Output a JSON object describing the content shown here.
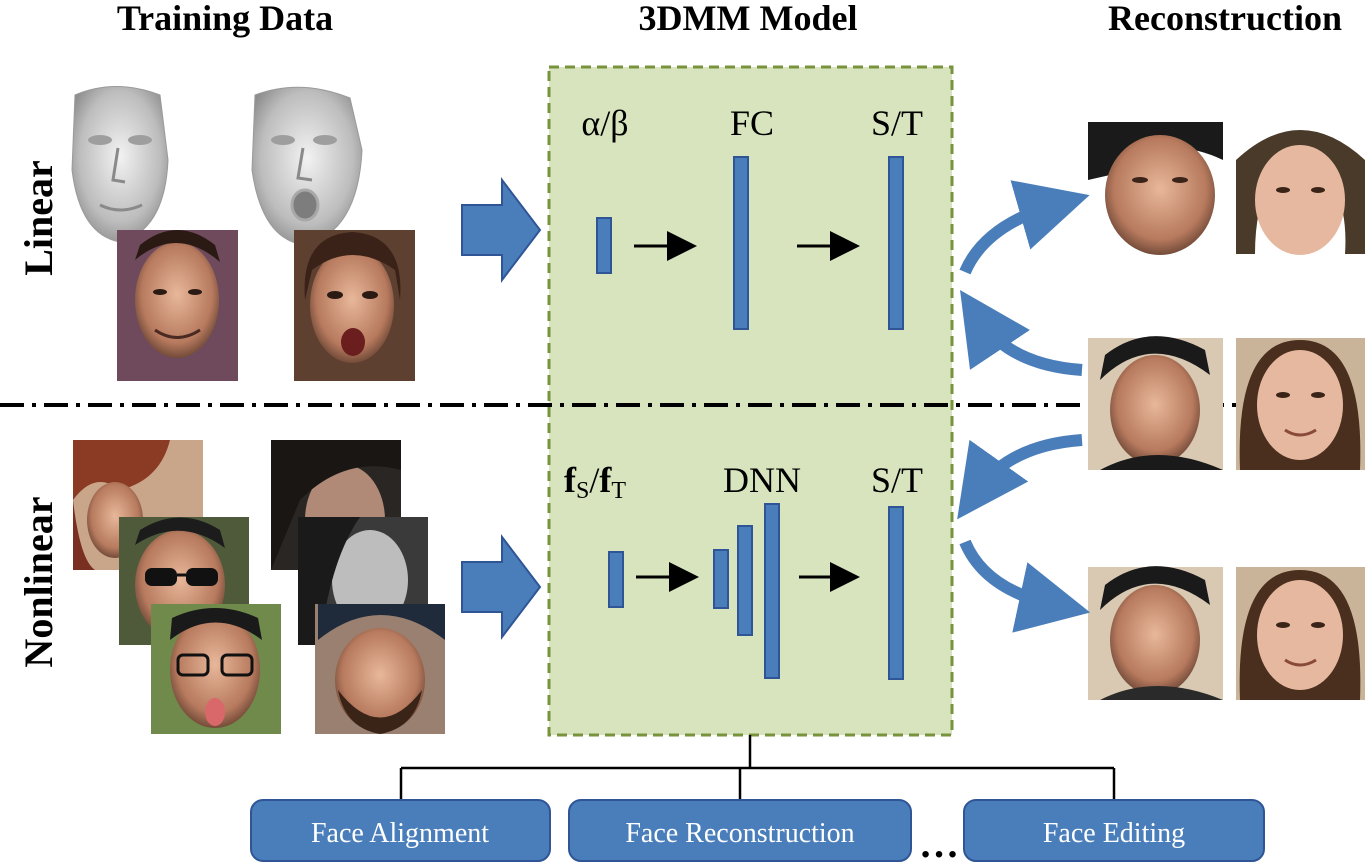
{
  "headers": {
    "training_data": "Training Data",
    "model": "3DMM Model",
    "reconstruction": "Reconstruction"
  },
  "rows": {
    "linear": "Linear",
    "nonlinear": "Nonlinear"
  },
  "linear_model": {
    "input": "α/β",
    "layer": "FC",
    "output": "S/T"
  },
  "nonlinear_model": {
    "input_f_s": "f",
    "input_s_sub": "S",
    "input_slash": "/",
    "input_f_t": "f",
    "input_t_sub": "T",
    "layer": "DNN",
    "output": "S/T"
  },
  "applications": {
    "items": [
      "Face Alignment",
      "Face Reconstruction",
      "Face Editing"
    ],
    "ellipsis": "…"
  },
  "colors": {
    "block_blue": "#4a7ebb",
    "block_border": "#2f5597",
    "model_fill": "#d7e4bd",
    "model_border": "#77933c"
  },
  "images": [
    {
      "name": "face-scan-1-image",
      "kind": "grey 3D face scan"
    },
    {
      "name": "face-scan-2-image",
      "kind": "grey 3D face scan, open mouth"
    },
    {
      "name": "face-photo-man-smiling-image",
      "kind": "photo"
    },
    {
      "name": "face-photo-woman-open-mouth-image",
      "kind": "photo"
    },
    {
      "name": "in-the-wild-woman-hat-image",
      "kind": "photo"
    },
    {
      "name": "in-the-wild-sunglasses-image",
      "kind": "photo"
    },
    {
      "name": "in-the-wild-glasses-tongue-image",
      "kind": "photo"
    },
    {
      "name": "in-the-wild-woman-dark-image",
      "kind": "photo"
    },
    {
      "name": "in-the-wild-bw-woman-image",
      "kind": "photo"
    },
    {
      "name": "in-the-wild-bearded-cap-image",
      "kind": "photo"
    },
    {
      "name": "linear-recon-man-image",
      "kind": "rendered face"
    },
    {
      "name": "linear-recon-woman-image",
      "kind": "rendered face"
    },
    {
      "name": "input-face-man-image",
      "kind": "photo"
    },
    {
      "name": "input-face-woman-image",
      "kind": "photo"
    },
    {
      "name": "nonlinear-recon-man-image",
      "kind": "rendered face"
    },
    {
      "name": "nonlinear-recon-woman-image",
      "kind": "rendered face"
    }
  ]
}
